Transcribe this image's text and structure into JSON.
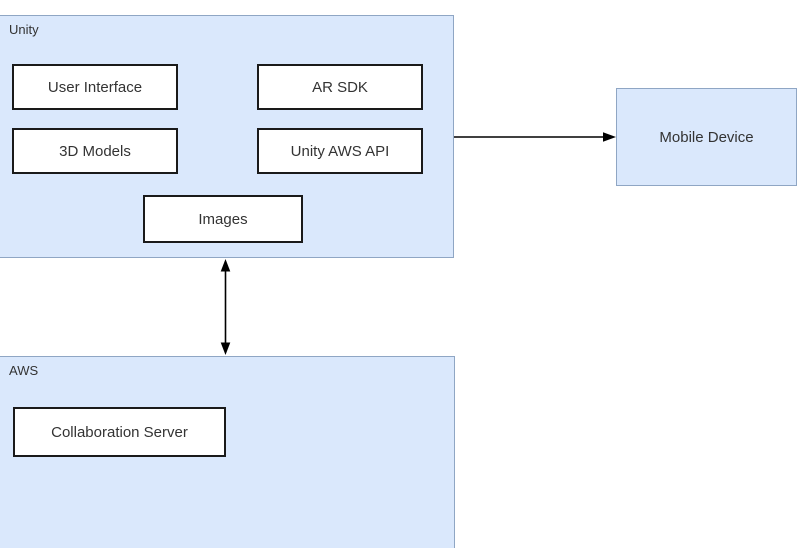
{
  "diagram": {
    "type": "architecture-block-diagram",
    "unity": {
      "label": "Unity",
      "nodes": {
        "user_interface": "User Interface",
        "ar_sdk": "AR SDK",
        "models_3d": "3D Models",
        "unity_aws_api": "Unity AWS API",
        "images": "Images"
      }
    },
    "aws": {
      "label": "AWS",
      "nodes": {
        "collaboration_server": "Collaboration Server"
      }
    },
    "mobile_device": {
      "label": "Mobile Device"
    },
    "connections": [
      {
        "from": "Unity",
        "to": "Mobile Device",
        "style": "single-arrow-right"
      },
      {
        "from": "Unity",
        "to": "AWS",
        "style": "double-arrow-vertical"
      }
    ],
    "colors": {
      "container_fill": "#dae8fc",
      "container_border": "#8fa6c4",
      "node_fill": "#ffffff",
      "node_border": "#1a1a1a",
      "arrow": "#000000",
      "text": "#333333",
      "background": "#ffffff"
    }
  }
}
